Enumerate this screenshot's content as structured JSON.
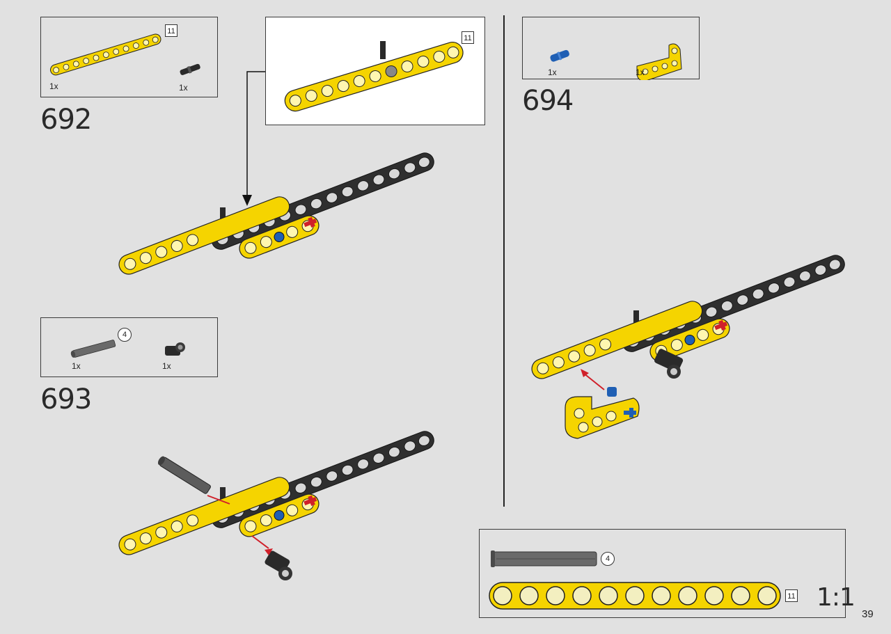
{
  "steps": [
    {
      "number": "692",
      "parts": [
        {
          "qty": "1x",
          "length": "11",
          "icon": "yellow-beam-11-icon"
        },
        {
          "qty": "1x",
          "icon": "black-pin-icon"
        }
      ],
      "callout_length": "11"
    },
    {
      "number": "693",
      "parts": [
        {
          "qty": "1x",
          "length": "4",
          "icon": "gray-axle-4-icon"
        },
        {
          "qty": "1x",
          "icon": "black-axle-connector-icon"
        }
      ],
      "axle_length": "4"
    },
    {
      "number": "694",
      "parts": [
        {
          "qty": "1x",
          "icon": "blue-pin-icon"
        },
        {
          "qty": "1x",
          "icon": "yellow-l-beam-icon"
        }
      ]
    }
  ],
  "scale_box": {
    "axle_length": "4",
    "beam_length": "11",
    "label": "1:1"
  },
  "page_number": "39",
  "colors": {
    "background": "#e1e1e1",
    "yellow": "#f5d400",
    "dark": "#333333",
    "light_gray": "#d8d8d8",
    "red": "#d0202a",
    "blue": "#1f5fb4"
  }
}
